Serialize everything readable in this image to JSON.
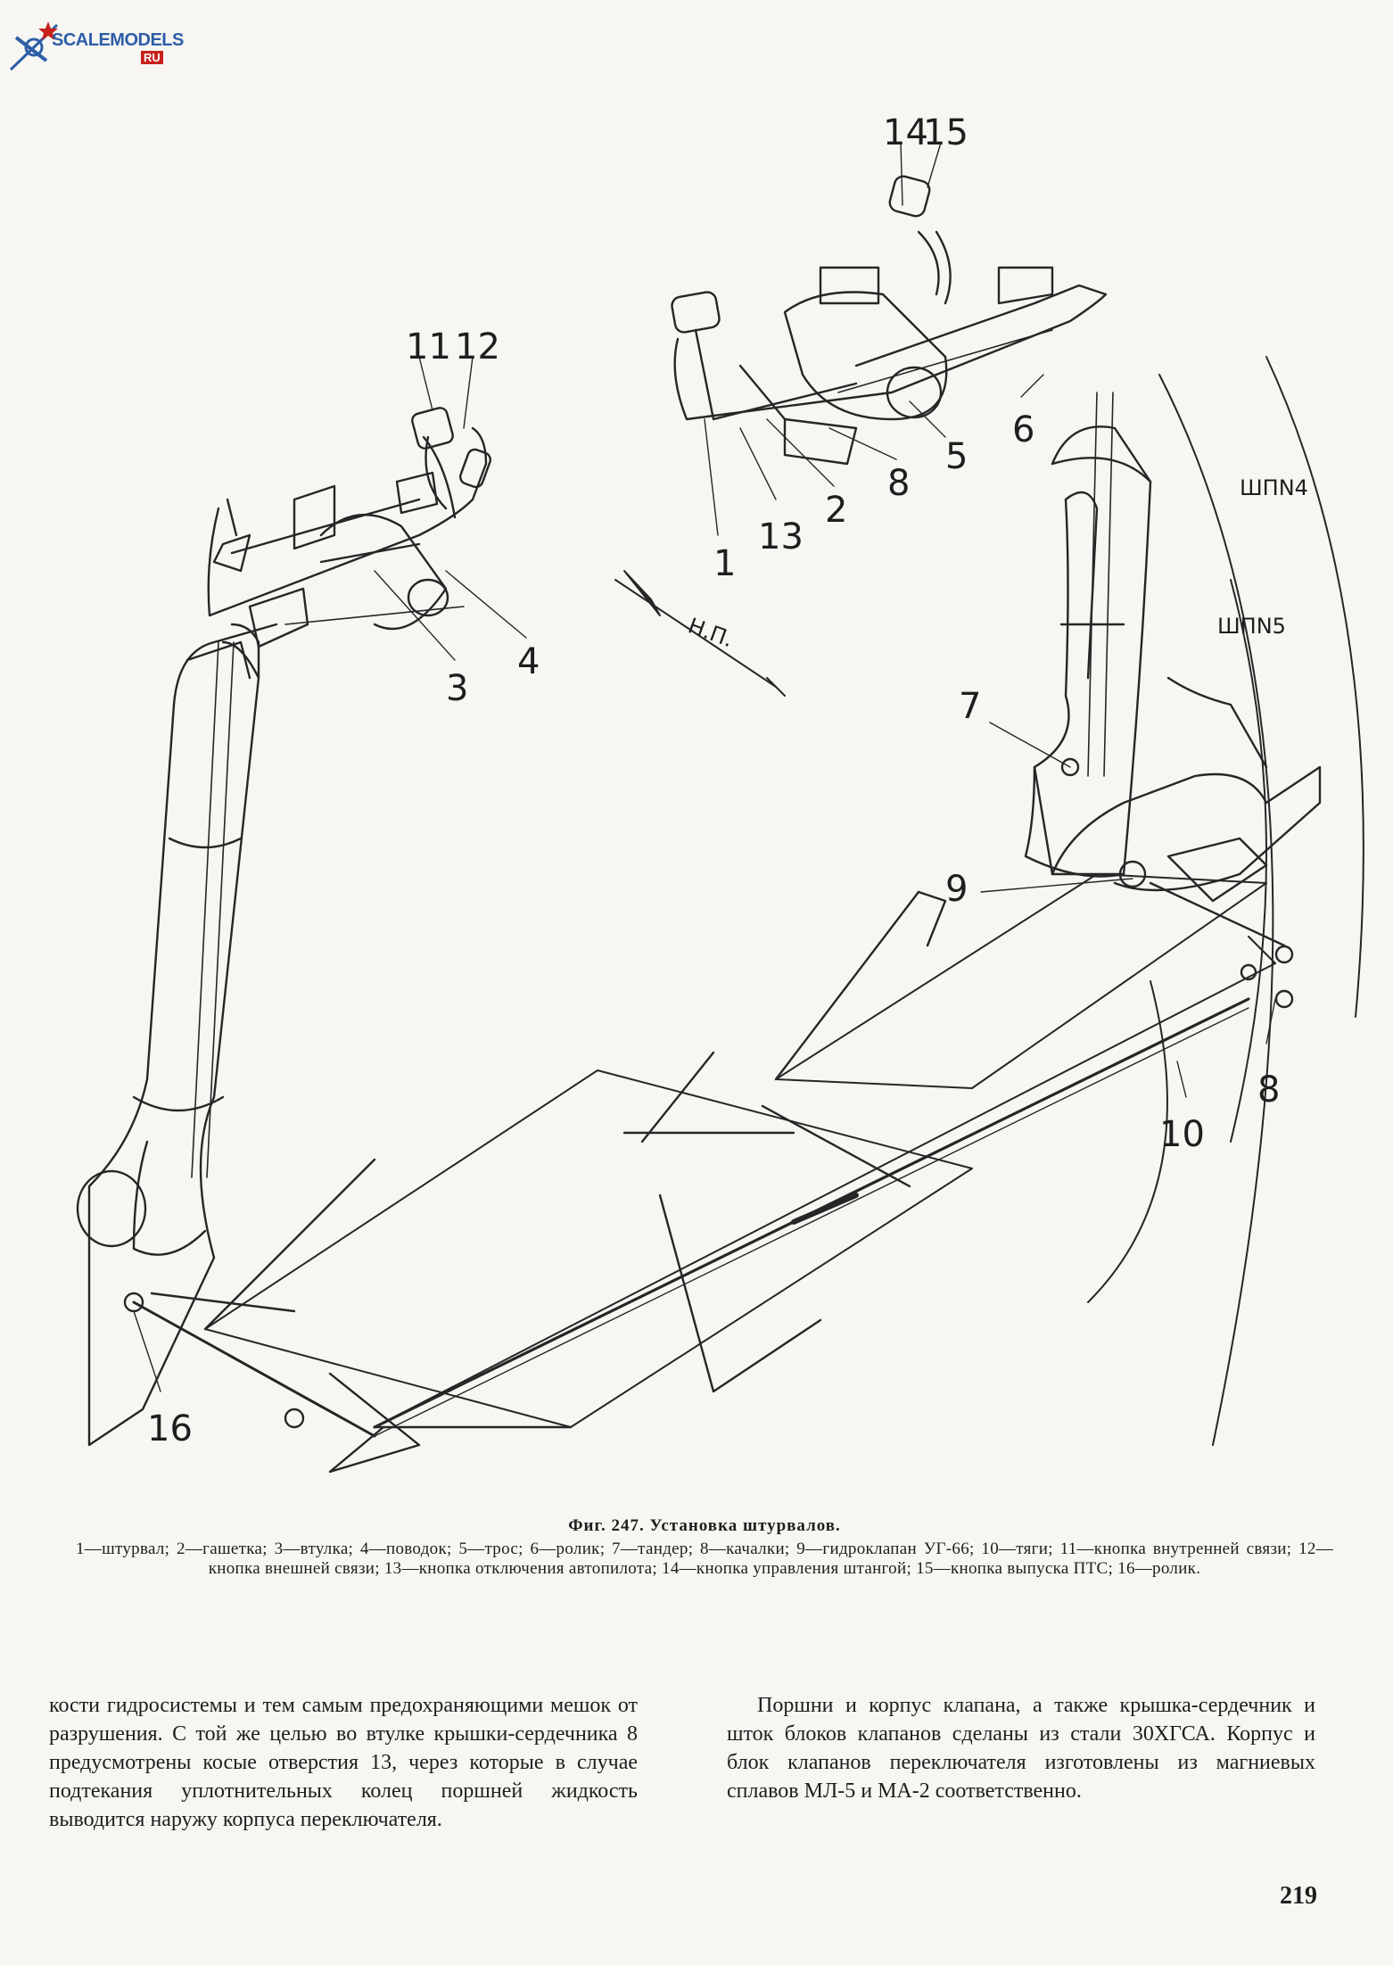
{
  "logo": {
    "text": "SCALEMODELS",
    "suffix": "RU"
  },
  "figure": {
    "callouts": [
      "14",
      "15",
      "11",
      "12",
      "1",
      "13",
      "2",
      "8",
      "5",
      "6",
      "3",
      "4",
      "7",
      "9",
      "8",
      "10",
      "16"
    ],
    "direction": "Н.П.",
    "frames": [
      "ШПN4",
      "ШПN5"
    ]
  },
  "caption": {
    "title": "Фиг. 247. Установка штурвалов.",
    "legend": "1—штурвал; 2—гашетка; 3—втулка; 4—поводок; 5—трос; 6—ролик; 7—тандер; 8—качалки; 9—гидроклапан УГ-66; 10—тяги; 11—кнопка внутренней связи; 12—кнопка внешней связи; 13—кнопка отключения автопилота; 14—кнопка управления штангой; 15—кнопка выпуска ПТС; 16—ролик."
  },
  "body": {
    "left_column": "кости гидросистемы и тем самым предохраняющими мешок от разрушения. С той же целью во втулке крышки-сердечника 8 предусмотрены косые отверстия 13, через которые в случае подтекания уплотнительных колец поршней жидкость выводится наружу корпуса переключателя.",
    "right_column": "Поршни и корпус клапана, а также крышка-сердечник и шток блоков клапанов сделаны из стали 30ХГСА. Корпус и блок клапанов переключателя изготовлены из магниевых сплавов МЛ-5 и МА-2 соответственно."
  },
  "page_number": "219"
}
